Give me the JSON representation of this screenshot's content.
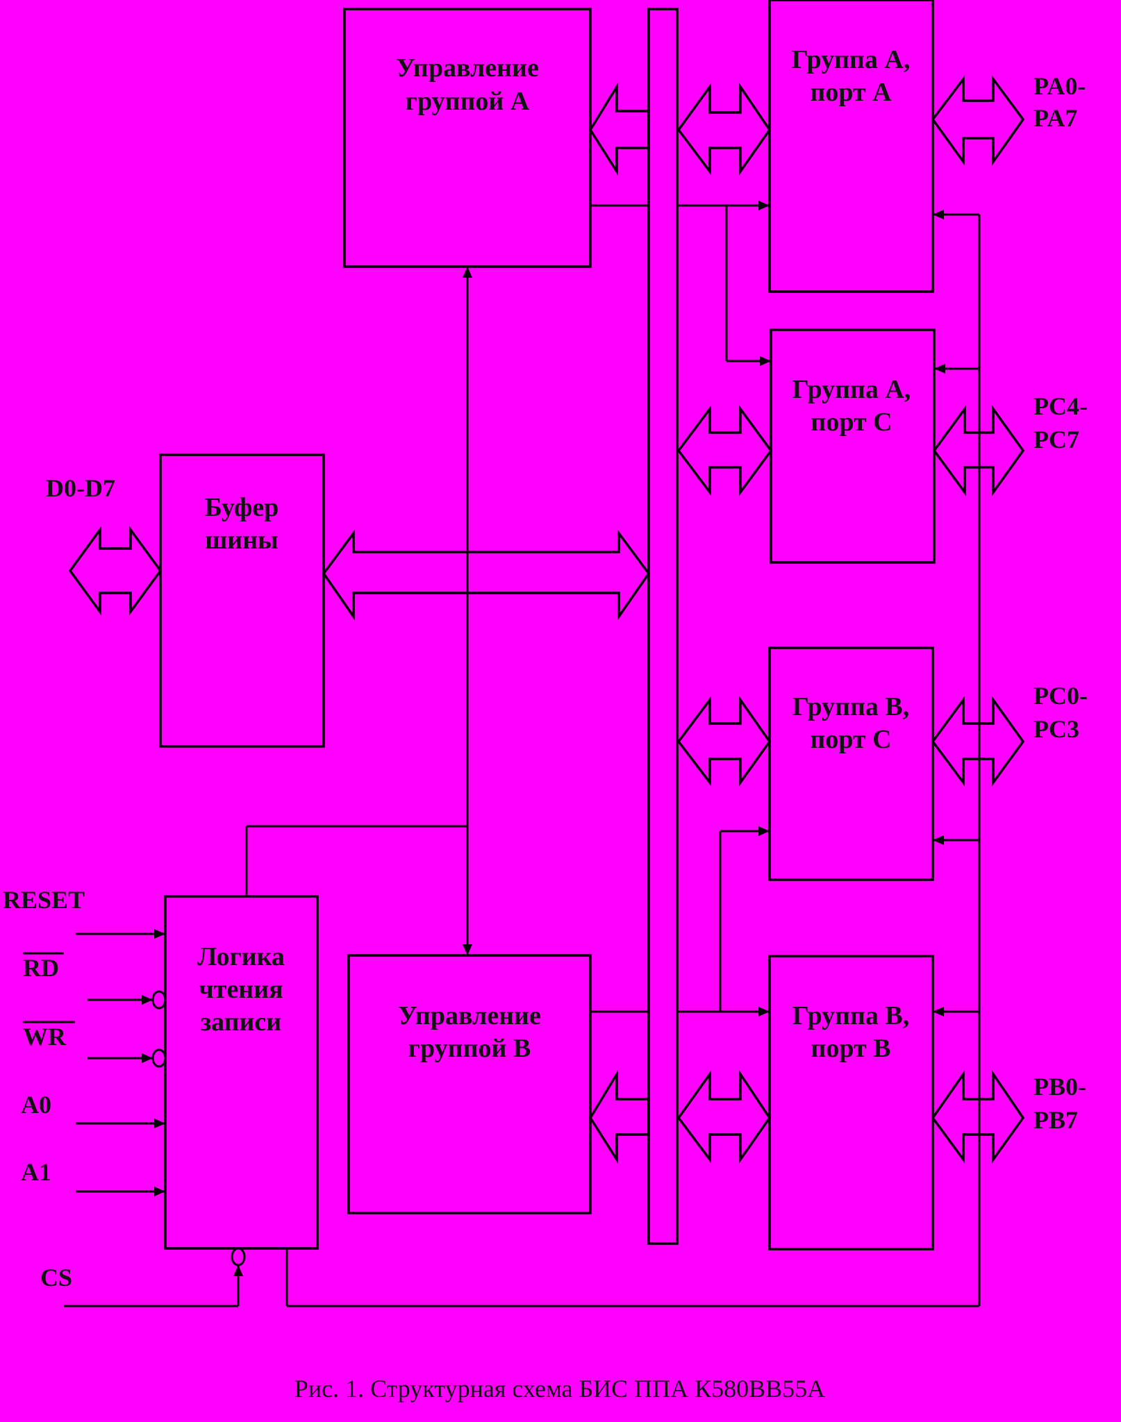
{
  "blocks": {
    "ctrl_a": [
      "Управление",
      "группой А"
    ],
    "ctrl_b": [
      "Управление",
      "группой В"
    ],
    "group_a_port_a": [
      "Группа А,",
      "порт А"
    ],
    "group_a_port_c": [
      "Группа А,",
      "порт С"
    ],
    "group_b_port_c": [
      "Группа В,",
      "порт С"
    ],
    "group_b_port_b": [
      "Группа В,",
      "порт В"
    ],
    "bus_buffer": [
      "Буфер",
      "шины"
    ],
    "rw_logic": [
      "Логика",
      "чтения",
      "записи"
    ]
  },
  "ports": {
    "pa": [
      "PA0-",
      "PA7"
    ],
    "pc_high": [
      "PC4-",
      "PC7"
    ],
    "pc_low": [
      "PC0-",
      "PC3"
    ],
    "pb": [
      "PB0-",
      "PB7"
    ]
  },
  "signals": {
    "data_bus": "D0-D7",
    "reset": "RESET",
    "rd": "RD",
    "wr": "WR",
    "a0": "A0",
    "a1": "A1",
    "cs": "CS"
  },
  "caption": "Рис. 1. Структурная  схема БИС ППА  К580ВВ55А"
}
